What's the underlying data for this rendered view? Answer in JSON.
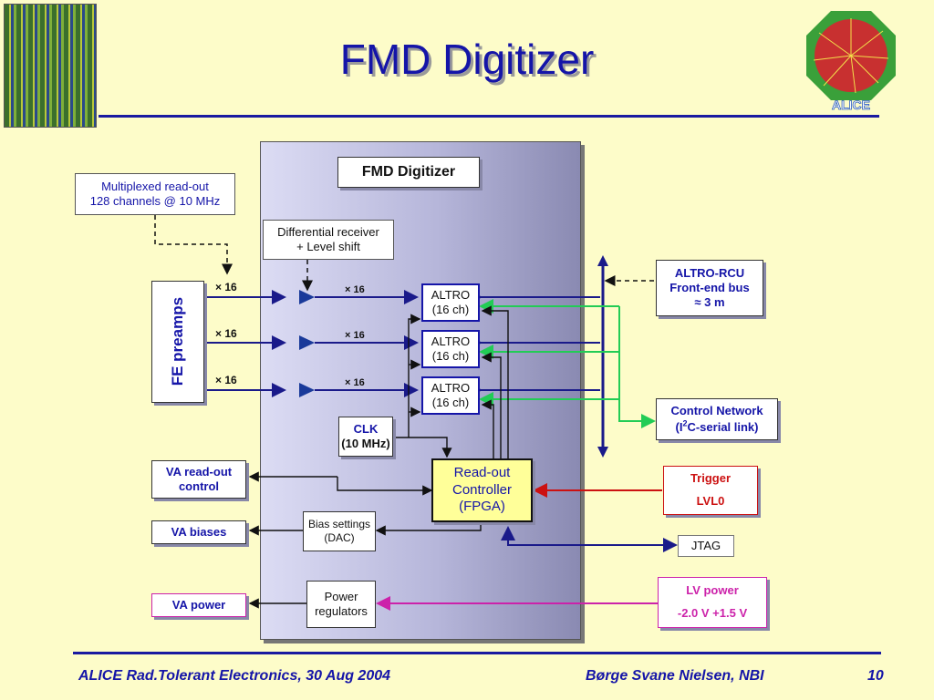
{
  "title": "FMD Digitizer",
  "logo_text": "ALICE",
  "panel_title": "FMD Digitizer",
  "mux_note": {
    "line1": "Multiplexed read-out",
    "line2": "128 channels @ 10 MHz"
  },
  "diff_receiver": {
    "line1": "Differential receiver",
    "line2": "+ Level shift"
  },
  "fe_preamps": "FE preamps",
  "multiplicity": "× 16",
  "altro": [
    {
      "line1": "ALTRO",
      "line2": "(16 ch)"
    },
    {
      "line1": "ALTRO",
      "line2": "(16 ch)"
    },
    {
      "line1": "ALTRO",
      "line2": "(16 ch)"
    }
  ],
  "clk": {
    "line1": "CLK",
    "line2": "(10 MHz)"
  },
  "readout_controller": {
    "line1": "Read-out",
    "line2": "Controller",
    "line3": "(FPGA)"
  },
  "bias_settings": {
    "line1": "Bias settings",
    "line2": "(DAC)"
  },
  "power_regulators": {
    "line1": "Power",
    "line2": "regulators"
  },
  "va_readout": {
    "line1": "VA read-out",
    "line2": "control"
  },
  "va_biases": "VA biases",
  "va_power": "VA power",
  "altro_rcu": {
    "line1": "ALTRO-RCU",
    "line2": "Front-end bus",
    "line3": "≈ 3 m"
  },
  "control_network": {
    "line1": "Control Network",
    "line2a": "(I",
    "line2sup": "2",
    "line2b": "C-serial link)"
  },
  "trigger": {
    "line1": "Trigger",
    "line2": "LVL0"
  },
  "jtag": "JTAG",
  "lv_power": {
    "line1": "LV power",
    "line2": "-2.0 V  +1.5 V"
  },
  "footer": {
    "left": "ALICE Rad.Tolerant Electronics, 30 Aug 2004",
    "author": "Børge Svane Nielsen, NBI",
    "page": "10"
  },
  "colors": {
    "background": "#fdfcc9",
    "title_blue": "#1515a8",
    "bus_green": "#22cc55",
    "trigger_red": "#cc1111",
    "power_magenta": "#cc22aa",
    "controller_fill": "#ffff99"
  }
}
